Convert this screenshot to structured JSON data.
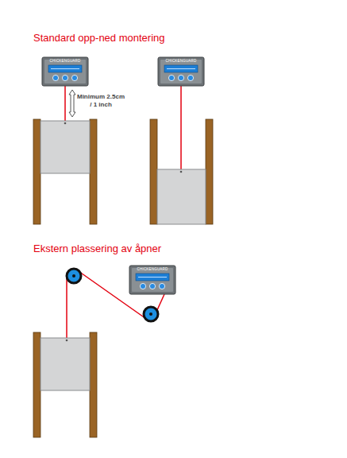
{
  "diagram": {
    "title": "Standard opp-ned montering",
    "labels": [
      "Minimum 2.5cm / 1 inch",
      "CHICKENGUARD",
      "CHICKENGUARD",
      "CHICKENGUARD",
      "Ekstern plassering av åpner"
    ]
  }
}
